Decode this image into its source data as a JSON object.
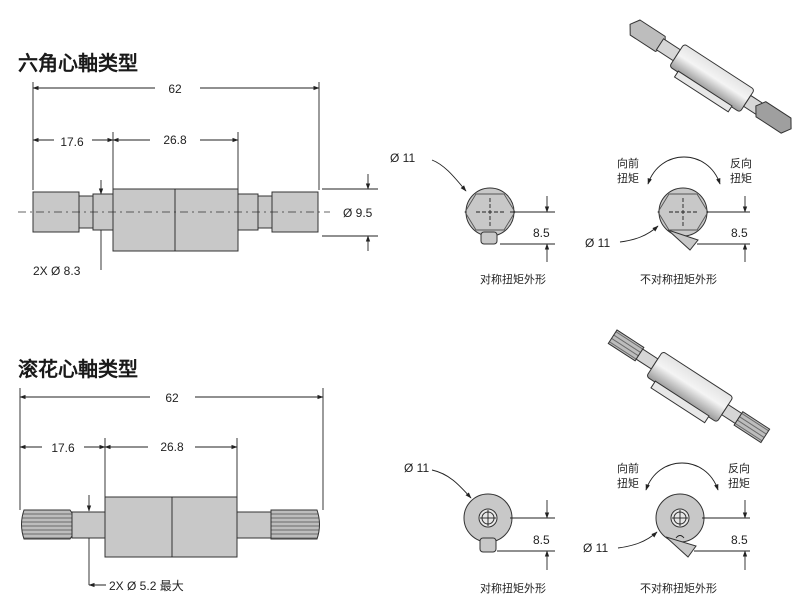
{
  "hex_section": {
    "title": "六角心軸类型",
    "overall_length": "62",
    "end_length": "17.6",
    "body_length": "26.8",
    "body_diameter": "Ø 9.5",
    "end_diameter": "2X Ø 8.3",
    "symmetric": {
      "diameter": "Ø 11",
      "height": "8.5",
      "caption": "对称扭矩外形"
    },
    "asymmetric": {
      "diameter": "Ø 11",
      "height": "8.5",
      "caption": "不对称扭矩外形",
      "forward_line1": "向前",
      "forward_line2": "扭矩",
      "reverse_line1": "反向",
      "reverse_line2": "扭矩"
    }
  },
  "knurl_section": {
    "title": "滚花心軸类型",
    "overall_length": "62",
    "end_length": "17.6",
    "body_length": "26.8",
    "end_diameter": "2X Ø 5.2 最大",
    "symmetric": {
      "diameter": "Ø 11",
      "height": "8.5",
      "caption": "对称扭矩外形"
    },
    "asymmetric": {
      "diameter": "Ø 11",
      "height": "8.5",
      "caption": "不对称扭矩外形",
      "forward_line1": "向前",
      "forward_line2": "扭矩",
      "reverse_line1": "反向",
      "reverse_line2": "扭矩"
    }
  }
}
